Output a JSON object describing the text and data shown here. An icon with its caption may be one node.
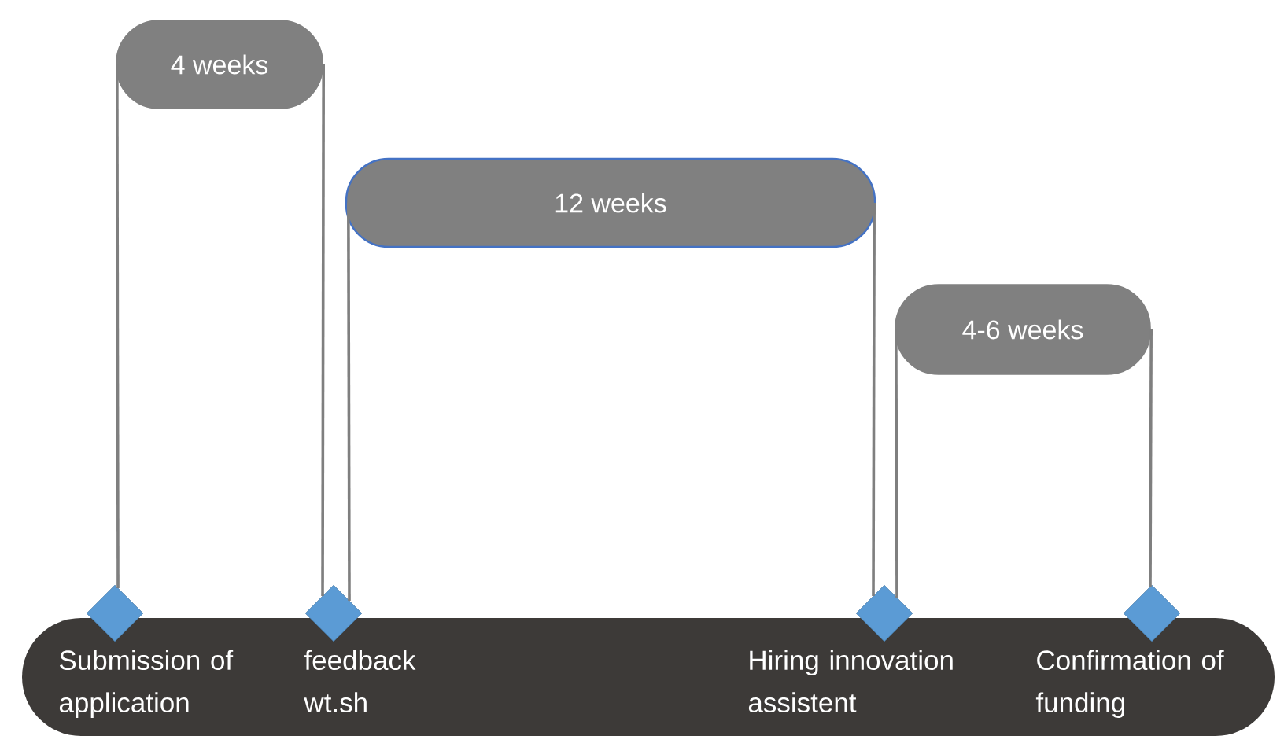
{
  "diagram": {
    "nodes": [
      {
        "text": [
          "4 weeks"
        ]
      },
      {
        "text": [
          "12 weeks"
        ]
      },
      {
        "text": [
          "4-6 weeks"
        ]
      },
      {
        "text": [],
        "shape": "bar"
      },
      {
        "text": [],
        "shape": "diamond",
        "beside": [
          "Submission of application"
        ]
      },
      {
        "text": [],
        "shape": "diamond",
        "beside": [
          "feedback wt.sh"
        ]
      },
      {
        "text": [],
        "shape": "diamond",
        "beside": [
          "Hiring innovation assistent"
        ]
      },
      {
        "text": [],
        "shape": "diamond",
        "beside": [
          "Confirmation of funding"
        ]
      }
    ],
    "edges": [
      {
        "from": 0,
        "to": 4,
        "arrow": "none"
      },
      {
        "from": 0,
        "to": 5,
        "arrow": "none"
      },
      {
        "from": 1,
        "to": 5,
        "arrow": "none"
      },
      {
        "from": 1,
        "to": 6,
        "arrow": "none"
      },
      {
        "from": 2,
        "to": 6,
        "arrow": "none"
      },
      {
        "from": 2,
        "to": 7,
        "arrow": "none"
      }
    ]
  }
}
